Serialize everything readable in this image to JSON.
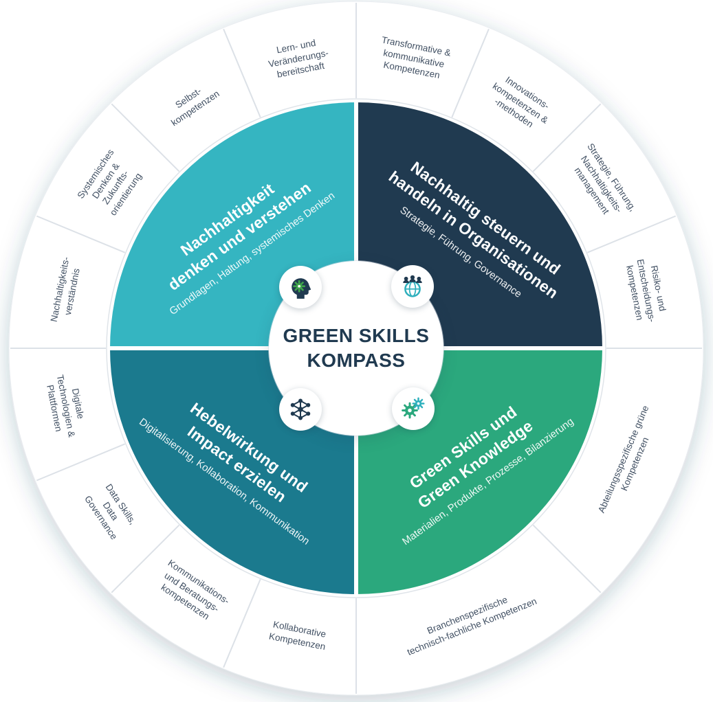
{
  "diagram_title": "Green Skills Kompass",
  "center": {
    "title": "GREEN SKILLS\nKOMPASS"
  },
  "colors": {
    "quadrant_top_left": "#35b5c1",
    "quadrant_top_right": "#203a50",
    "quadrant_bottom_left": "#1b7a8e",
    "quadrant_bottom_right": "#2ba87d",
    "center_text": "#203a50",
    "outer_label_text": "#415063",
    "divider": "#dce1e7",
    "icon_green": "#3fa54b",
    "icon_teal": "#2fb0bd"
  },
  "quadrants": [
    {
      "position": "top-left",
      "title": "Nachhaltigkeit\ndenken und verstehen",
      "subtitle": "Grundlagen, Haltung, systemisches Denken",
      "color": "#35b5c1",
      "icon": "head-gear"
    },
    {
      "position": "top-right",
      "title": "Nachhaltig steuern und\nhandeln in Organisationen",
      "subtitle": "Strategie, Führung, Governance",
      "color": "#203a50",
      "icon": "team-globe"
    },
    {
      "position": "bottom-left",
      "title": "Hebelwirkung und\nImpact erzielen",
      "subtitle": "Digitalisierung, Kollaboration, Kommunikation",
      "color": "#1b7a8e",
      "icon": "network"
    },
    {
      "position": "bottom-right",
      "title": "Green Skills und\nGreen Knowledge",
      "subtitle": "Materialien, Produkte, Prozesse, Bilanzierung",
      "color": "#2ba87d",
      "icon": "gears"
    }
  ],
  "outer_labels": [
    {
      "text": "Transformative &\nkommunikative\nKompetenzen"
    },
    {
      "text": "Innovations-\nkompetenzen &\n-methoden"
    },
    {
      "text": "Strategie, Führung,\nNachhaltigkeits-\nmanagement"
    },
    {
      "text": "Risiko- und\nEntscheidungs-\nkompetenzen"
    },
    {
      "text": "Abteilungsspezifische grüne\nKompetenzen"
    },
    {
      "text": "Branchenspezifische\ntechnisch-fachliche Kompetenzen"
    },
    {
      "text": "Kollaborative\nKompetenzen"
    },
    {
      "text": "Kommunikations-\nund Beratungs-\nkompetenzen"
    },
    {
      "text": "Data Skills,\nData\nGovernance"
    },
    {
      "text": "Digitale\nTechnologien &\nPlattformen"
    },
    {
      "text": "Nachhaltigkeits-\nverständnis"
    },
    {
      "text": "Systemisches\nDenken &\nZukunfts-\norientierung"
    },
    {
      "text": "Selbst-\nkompetenzen"
    },
    {
      "text": "Lern- und\nVeränderungs-\nbereitschaft"
    }
  ]
}
